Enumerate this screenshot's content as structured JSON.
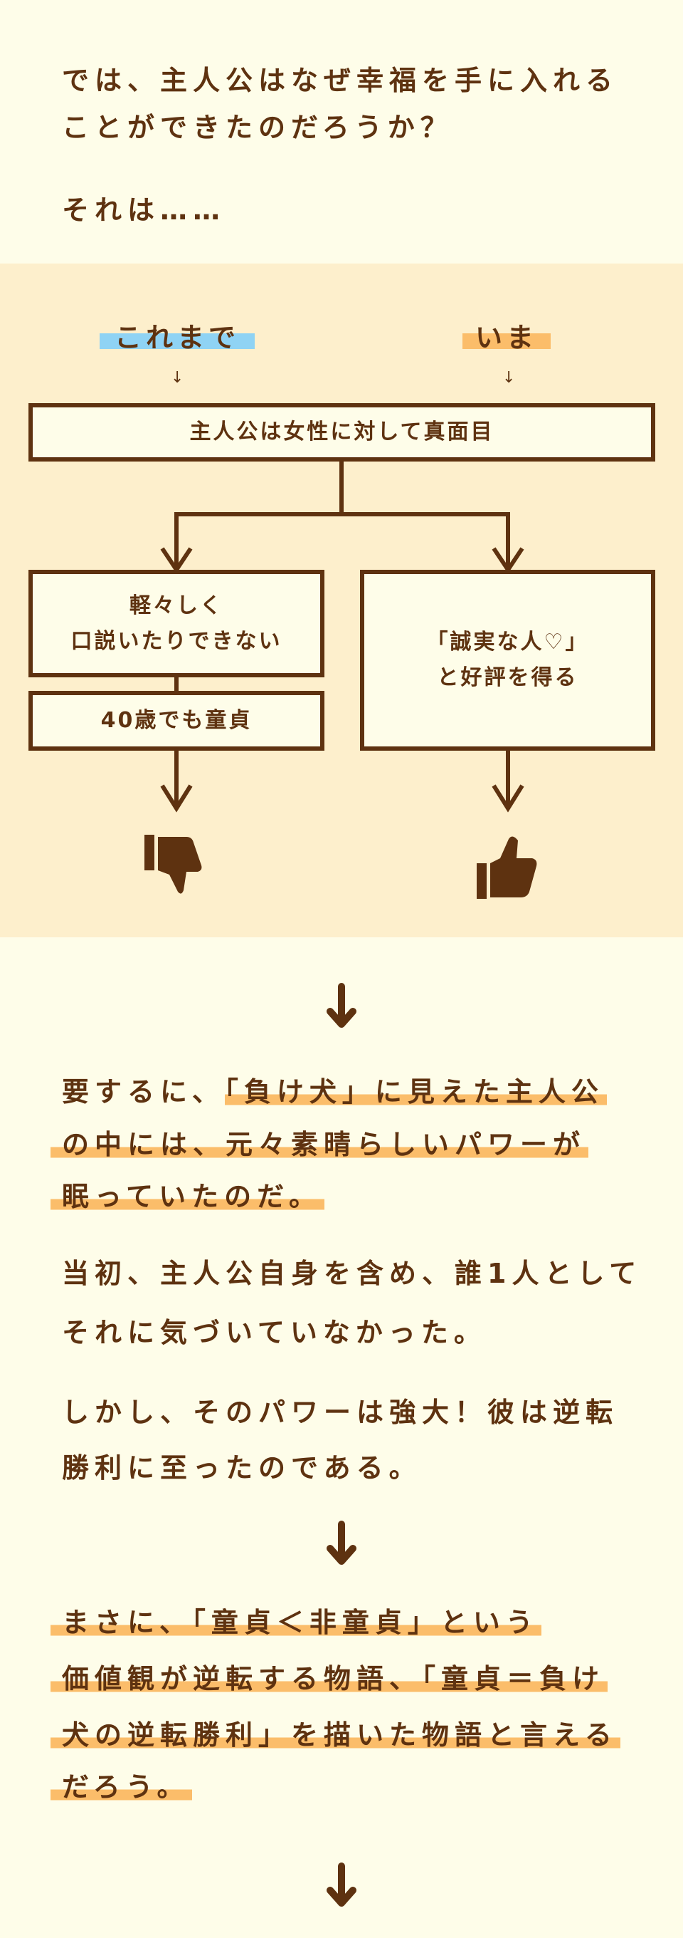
{
  "intro": {
    "lines": [
      "では、主人公はなぜ幸福を手に入れる",
      "ことができたのだろうか？"
    ],
    "lead": "それは……"
  },
  "flowchart": {
    "before_label": "これまで",
    "now_label": "いま",
    "small_arrow": "↓",
    "top_box": "主人公は女性に対して真面目",
    "left_box_lines": [
      "軽々しく",
      "口説いたりできない"
    ],
    "left_box2": "40歳でも童貞",
    "right_box_lines": [
      "「誠実な人♡」",
      "と好評を得る"
    ],
    "left_result_icon": "thumbs-down-icon",
    "right_result_icon": "thumbs-up-icon"
  },
  "para1": {
    "line1_plain": "要するに、",
    "line1_hl": "「負け犬」に見えた主人公",
    "line2": "の中には、元々素晴らしいパワーが",
    "line3": "眠っていたのだ。"
  },
  "para2": [
    "当初、主人公自身を含め、誰1人として",
    "それに気づいていなかった。"
  ],
  "para3": [
    "しかし、そのパワーは強大！彼は逆転",
    "勝利に至ったのである。"
  ],
  "para4": [
    "まさに、「童貞＜非童貞」という",
    "価値観が逆転する物語、「童貞＝負け",
    "犬の逆転勝利」を描いた物語と言える",
    "だろう。"
  ],
  "colors": {
    "text": "#5e3210",
    "panel": "#fdefcc",
    "highlight": "#fbbd6a",
    "blue": "#8fd3f4",
    "background": "#fefde9"
  }
}
